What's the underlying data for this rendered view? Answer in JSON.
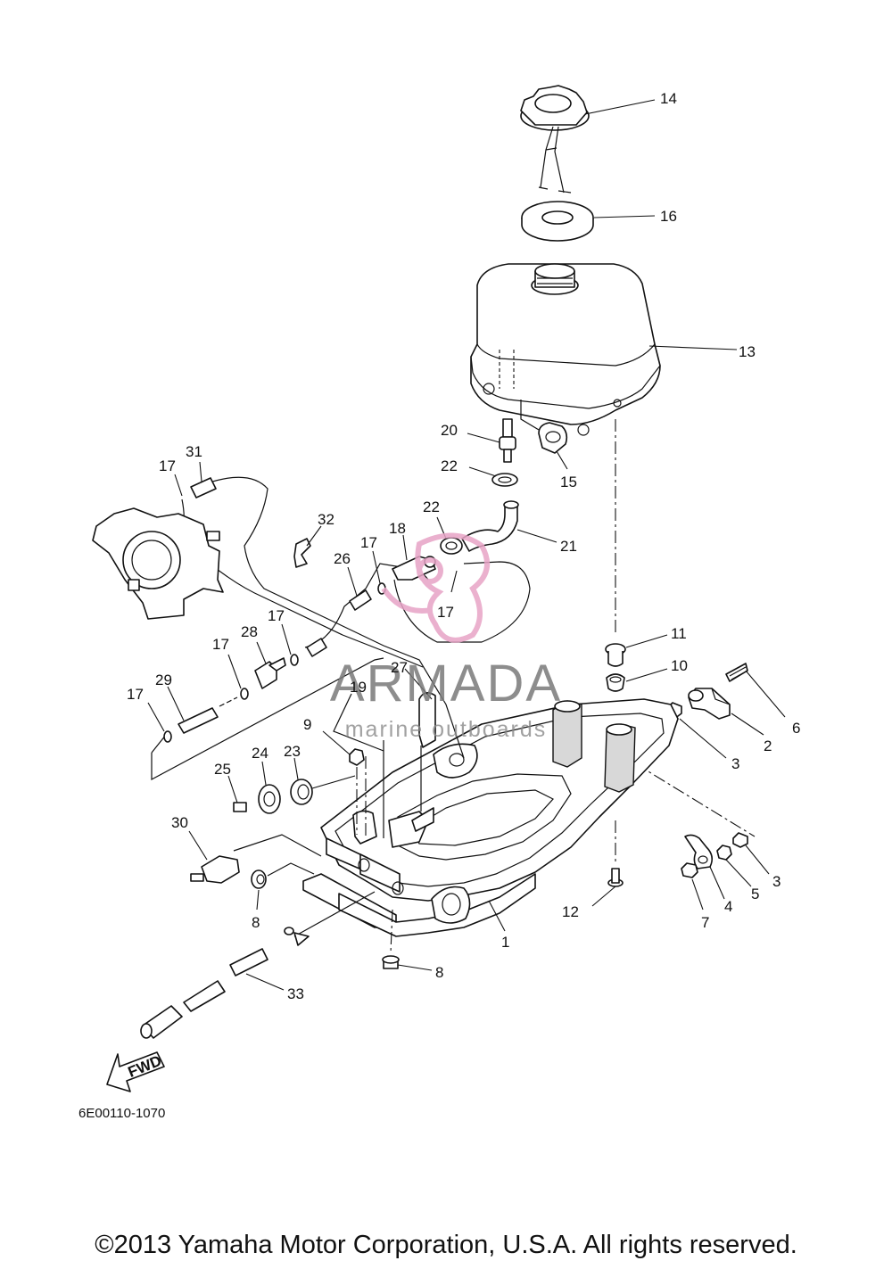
{
  "diagram_code": "6E00110-1070",
  "copyright": "©2013 Yamaha Motor Corporation, U.S.A. All rights reserved.",
  "watermark": {
    "brand": "ARMADA",
    "tagline": "marine outboards",
    "logo_color": "#e7a3c6",
    "text_color": "#777777"
  },
  "fwd_label": "FWD",
  "callouts": {
    "c1": "1",
    "c2": "2",
    "c3a": "3",
    "c3b": "3",
    "c4": "4",
    "c5": "5",
    "c6": "6",
    "c7": "7",
    "c8a": "8",
    "c8b": "8",
    "c9": "9",
    "c10": "10",
    "c11": "11",
    "c12": "12",
    "c13": "13",
    "c14": "14",
    "c15": "15",
    "c16": "16",
    "c17a": "17",
    "c17b": "17",
    "c17c": "17",
    "c17d": "17",
    "c17e": "17",
    "c17f": "17",
    "c18": "18",
    "c19": "19",
    "c20": "20",
    "c21": "21",
    "c22a": "22",
    "c22b": "22",
    "c23": "23",
    "c24": "24",
    "c25": "25",
    "c26": "26",
    "c27": "27",
    "c28": "28",
    "c29": "29",
    "c30": "30",
    "c31": "31",
    "c32": "32",
    "c33": "33"
  }
}
